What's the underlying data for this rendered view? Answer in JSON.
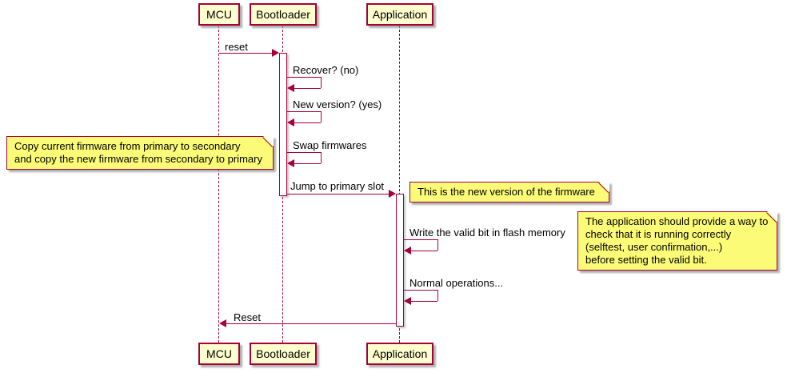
{
  "participants": [
    {
      "name": "MCU"
    },
    {
      "name": "Bootloader"
    },
    {
      "name": "Application"
    }
  ],
  "messages": [
    {
      "label": "reset",
      "from": "MCU",
      "to": "Bootloader"
    },
    {
      "label": "Recover? (no)",
      "from": "Bootloader",
      "to": "Bootloader"
    },
    {
      "label": "New version? (yes)",
      "from": "Bootloader",
      "to": "Bootloader"
    },
    {
      "label": "Swap firmwares",
      "from": "Bootloader",
      "to": "Bootloader"
    },
    {
      "label": "Jump to primary slot",
      "from": "Bootloader",
      "to": "Application"
    },
    {
      "label": "Write the valid bit in flash memory",
      "from": "Application",
      "to": "Application"
    },
    {
      "label": "Normal operations...",
      "from": "Application",
      "to": "Application"
    },
    {
      "label": "Reset",
      "from": "Application",
      "to": "MCU"
    }
  ],
  "notes": [
    {
      "text": "Copy current firmware from primary to secondary\nand copy the new firmware from secondary to primary"
    },
    {
      "text": "This is the new version of the firmware"
    },
    {
      "text": "The application should provide a way to\ncheck that it is running correctly\n(selftest, user confirmation,...)\nbefore setting the valid bit."
    }
  ],
  "colors": {
    "accent_border": "#A80036",
    "participant_fill": "#FEFECE",
    "note_fill": "#FBFB77",
    "background": "#FFFFFF"
  }
}
